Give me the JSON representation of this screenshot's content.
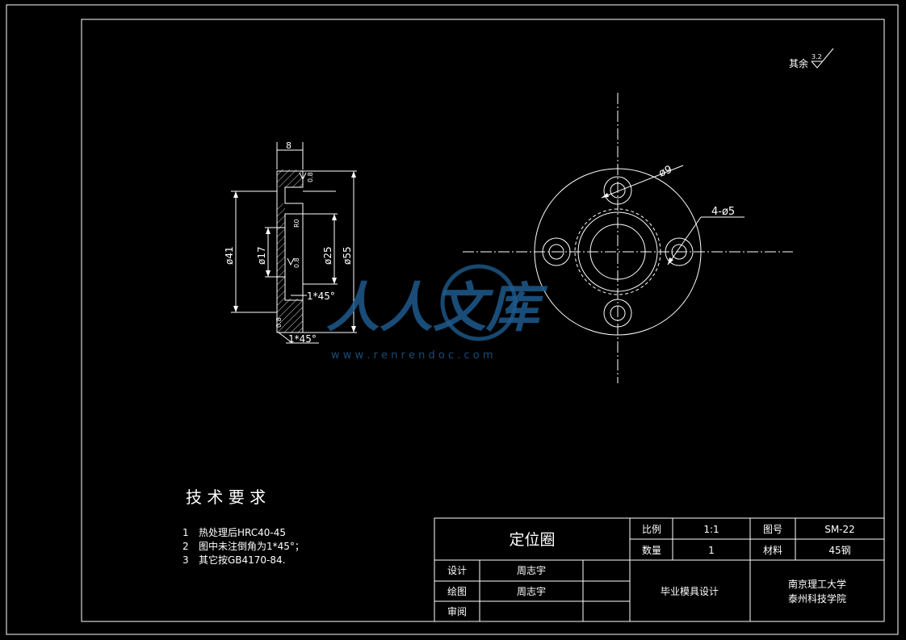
{
  "roughness": {
    "label": "其余",
    "value": "3.2"
  },
  "section_view": {
    "dims": {
      "width_top": "8",
      "chamfer_top": "0.8",
      "d41": "ø41",
      "d17": "ø17",
      "d25": "ø25",
      "d55": "ø55",
      "r_inner": "R0",
      "surface_inner": "0.8",
      "chamfer_mid": "1*45°",
      "chamfer_low": "0.8",
      "chamfer_bottom": "1*45°"
    }
  },
  "front_view": {
    "dims": {
      "hole_d": "ø9",
      "holes": "4-ø5"
    }
  },
  "tech_requirements": {
    "title": "技 术 要 求",
    "items": [
      {
        "num": "1",
        "text": "热处理后HRC40-45"
      },
      {
        "num": "2",
        "text": "图中未注倒角为1*45°；"
      },
      {
        "num": "3",
        "text": "其它按GB4170-84."
      }
    ]
  },
  "title_block": {
    "part_name": "定位圈",
    "scale_label": "比例",
    "scale_value": "1:1",
    "drawing_no_label": "图号",
    "drawing_no_value": "SM-22",
    "qty_label": "数量",
    "qty_value": "1",
    "material_label": "材料",
    "material_value": "45钢",
    "design_label": "设计",
    "design_name": "周志宇",
    "draw_label": "绘图",
    "draw_name": "周志宇",
    "review_label": "审阅",
    "project": "毕业模具设计",
    "school_line1": "南京理工大学",
    "school_line2": "泰州科技学院"
  },
  "watermark": {
    "text": "人人文库",
    "url": "w w w . r e n r e n d o c . c o m"
  }
}
